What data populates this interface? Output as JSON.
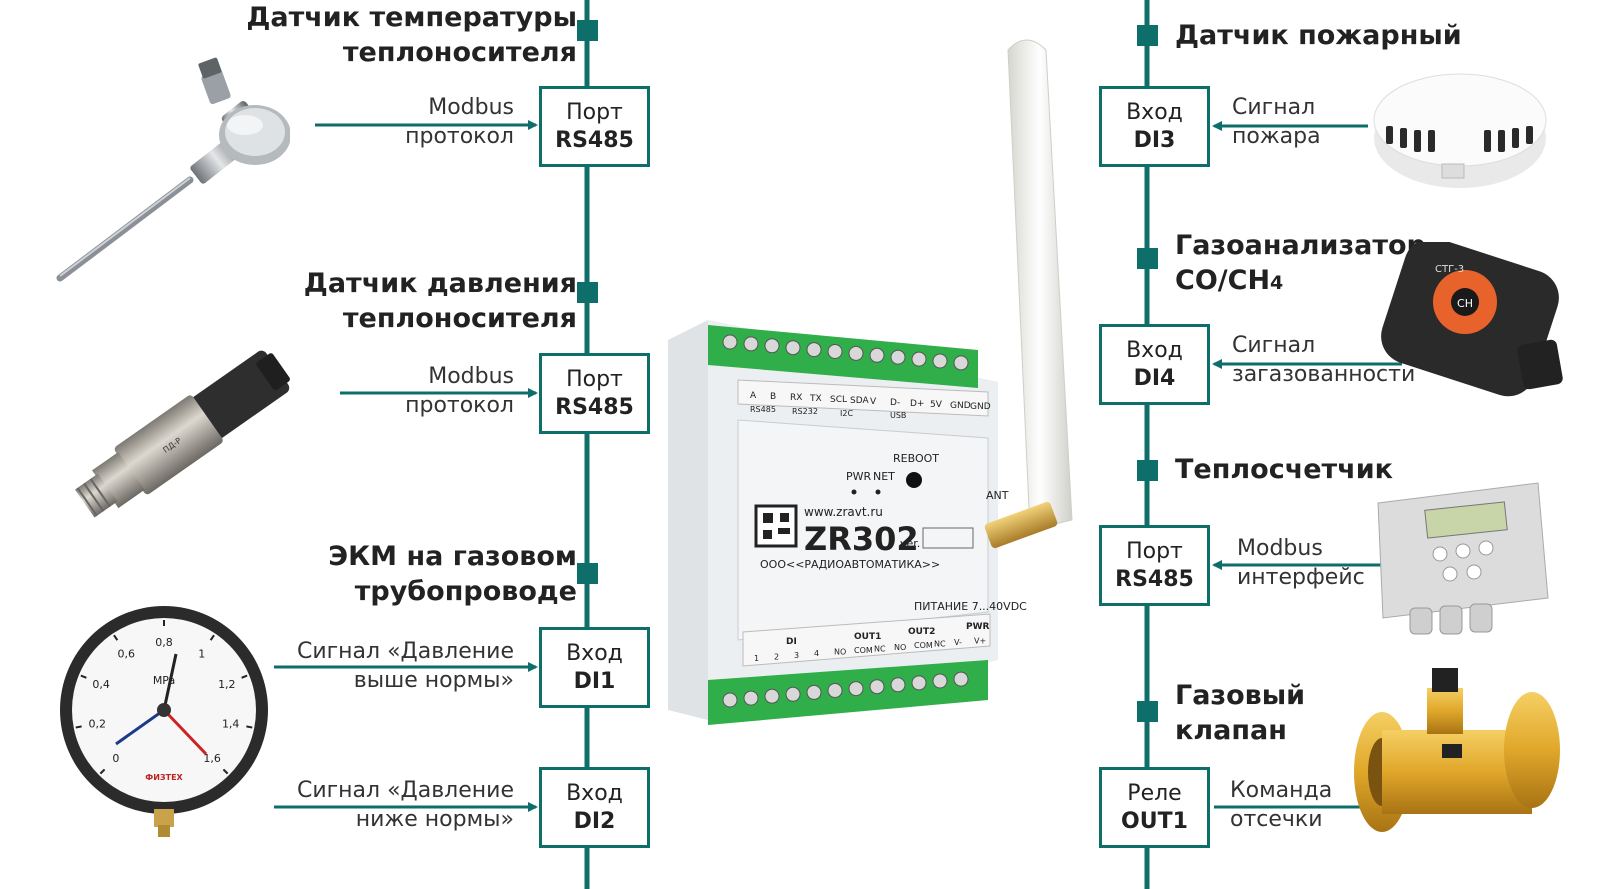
{
  "left": {
    "items": [
      {
        "title1": "Датчик температуры",
        "title2": "теплоносителя",
        "port1": "Порт",
        "port2": "RS485",
        "sig1": "Modbus",
        "sig2": "протокол"
      },
      {
        "title1": "Датчик давления",
        "title2": "теплоносителя",
        "port1": "Порт",
        "port2": "RS485",
        "sig1": "Modbus",
        "sig2": "протокол"
      },
      {
        "title1": "ЭКМ на газовом",
        "title2": "трубопроводе",
        "port1": "Вход",
        "port2": "DI1",
        "sig1": "Сигнал «Давление",
        "sig2": "выше нормы»"
      },
      {
        "port1": "Вход",
        "port2": "DI2",
        "sig1": "Сигнал «Давление",
        "sig2": "ниже нормы»"
      }
    ]
  },
  "right": {
    "items": [
      {
        "title1": "Датчик пожарный",
        "port1": "Вход",
        "port2": "DI3",
        "sig1": "Сигнал",
        "sig2": "пожара"
      },
      {
        "title1": "Газоанализатор",
        "title2": "CO/CH",
        "title2_sub": "4",
        "port1": "Вход",
        "port2": "DI4",
        "sig1": "Сигнал",
        "sig2": "загазованности"
      },
      {
        "title1": "Теплосчетчик",
        "port1": "Порт",
        "port2": "RS485",
        "sig1": "Modbus",
        "sig2": "интерфейс"
      },
      {
        "title1": "Газовый",
        "title2": "клапан",
        "port1": "Реле",
        "port2": "OUT1",
        "sig1": "Команда",
        "sig2": "отсечки"
      }
    ]
  },
  "device": {
    "model": "ZR302",
    "url": "www.zravt.ru",
    "vendor": "ООО<<РАДИОАВТОМАТИКА>>",
    "ver_label": "ver.",
    "power_label": "ПИТАНИЕ 7...40VDC",
    "reboot_label": "REBOOT",
    "pwr_label": "PWR",
    "net_label": "NET",
    "ant_label": "ANT",
    "top_pins": [
      "A",
      "B",
      "RX",
      "TX",
      "SCL",
      "SDA",
      "V",
      "D-",
      "D+",
      "5V",
      "GND",
      "GND"
    ],
    "top_groups": [
      "RS485",
      "RS232",
      "I2C",
      "USB"
    ],
    "bottom_groups": [
      "DI",
      "OUT1",
      "OUT2",
      "PWR"
    ],
    "bottom_pins": [
      "1",
      "2",
      "3",
      "4",
      "NO",
      "COM",
      "NC",
      "NO",
      "COM",
      "NC",
      "V-",
      "V+"
    ]
  },
  "colors": {
    "line": "#0d6e6a",
    "terminal": "#2fae4a",
    "housing": "#e8ebee"
  },
  "photos": {
    "left": [
      "thermocouple-probe",
      "pressure-transmitter",
      "electrocontact-manometer"
    ],
    "right": [
      "smoke-detector",
      "gas-analyzer",
      "heat-meter",
      "gas-shutoff-valve"
    ],
    "gauge_brand": "ФИЗТЕХ",
    "gauge_unit": "MPa",
    "gauge_scale": [
      "0",
      "0,2",
      "0,4",
      "0,6",
      "0,8",
      "1",
      "1,2",
      "1,4",
      "1,6"
    ],
    "analyzer_label": "СТГ-3",
    "analyzer_button": "CH"
  }
}
